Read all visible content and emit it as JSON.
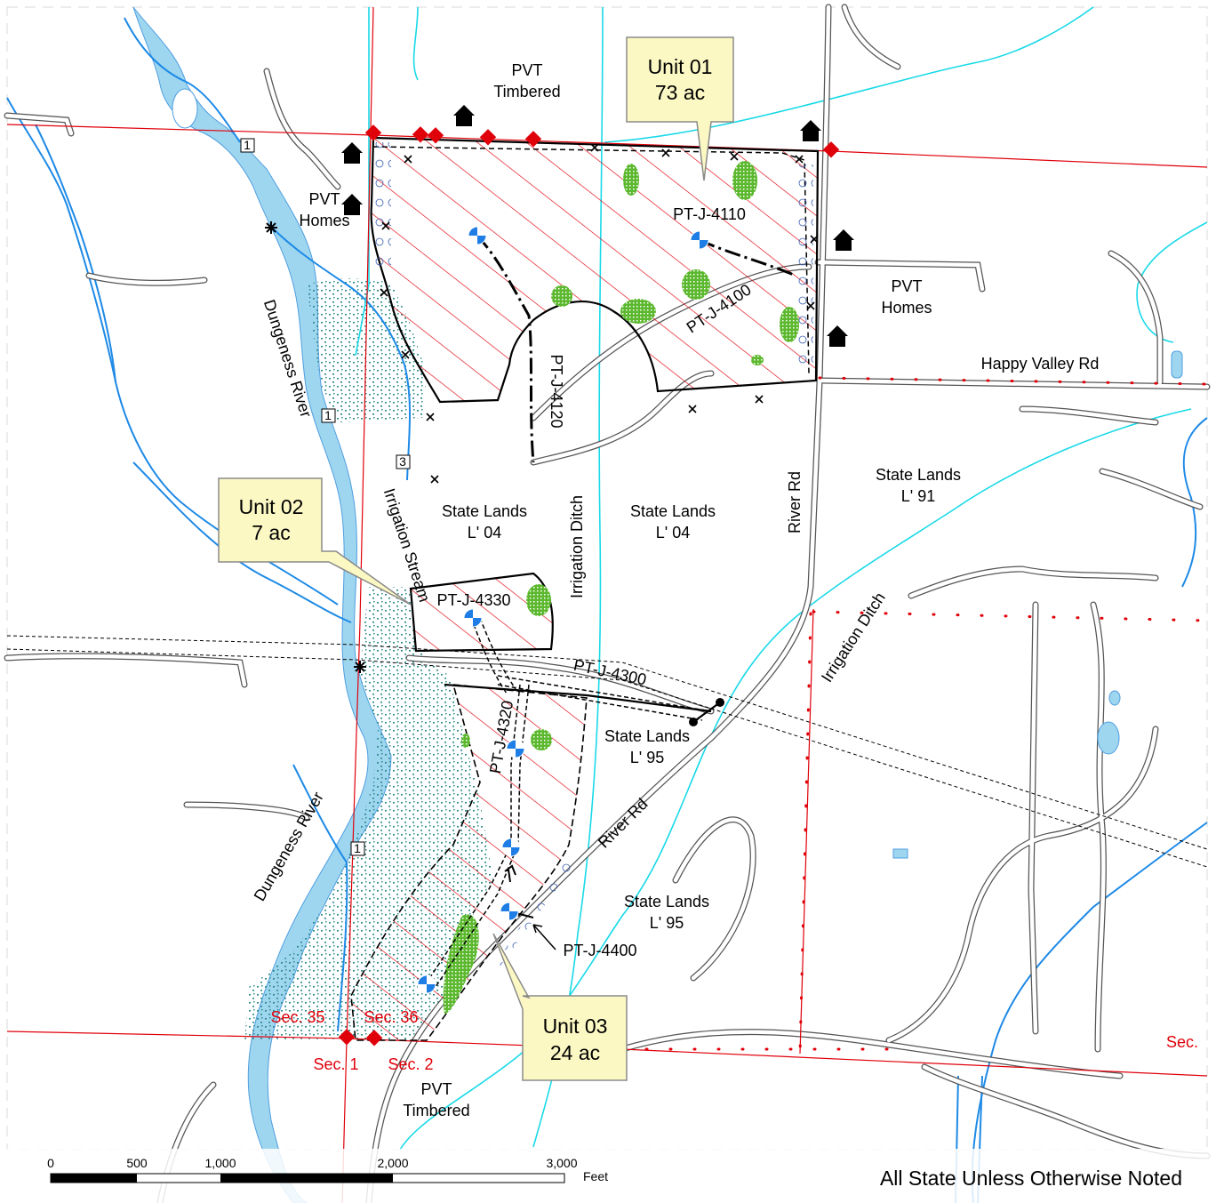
{
  "units": [
    {
      "name": "Unit 01",
      "area": "73 ac"
    },
    {
      "name": "Unit 02",
      "area": "7 ac"
    },
    {
      "name": "Unit 03",
      "area": "24 ac"
    }
  ],
  "roads": {
    "pt_j_4110": "PT-J-4110",
    "pt_j_4100": "PT-J-4100",
    "pt_j_4120": "PT-J-4120",
    "pt_j_4330": "PT-J-4330",
    "pt_j_4300": "PT-J-4300",
    "pt_j_4320": "PT-J-4320",
    "pt_j_4400": "PT-J-4400",
    "river_rd": "River Rd",
    "happy_valley_rd": "Happy Valley Rd"
  },
  "water": {
    "river": "Dungeness River",
    "irrigation_stream": "Irrigation Stream",
    "irrigation_ditch": "Irrigation Ditch"
  },
  "ownership": {
    "pvt": "PVT",
    "timbered": "Timbered",
    "homes": "Homes",
    "state_lands": "State Lands",
    "l04": "L' 04",
    "l91": "L' 91",
    "l95": "L' 95"
  },
  "sections": {
    "sec35": "Sec. 35",
    "sec36": "Sec. 36",
    "sec1": "Sec. 1",
    "sec2": "Sec. 2",
    "sec_edge": "Sec."
  },
  "stream_classes": [
    "1",
    "1",
    "3",
    "1"
  ],
  "scale": {
    "ticks": [
      "0",
      "500",
      "1,000",
      "2,000",
      "3,000"
    ],
    "unit": "Feet"
  },
  "note": "All State Unless Otherwise Noted",
  "colors": {
    "unit_hatch": "#e0000a",
    "river_fill": "#9fd6ef",
    "stream": "#1e8ae6",
    "ditch": "#19d9e8",
    "riparian": "#2a8a8a",
    "leave_patch": "#5cb82e",
    "section_line": "#e0000a",
    "callout_fill": "#fcf8c4"
  },
  "icons": [
    "house-icon",
    "survey-point-icon",
    "corner-diamond-icon",
    "culvert-icon",
    "stream-type-marker-icon"
  ]
}
